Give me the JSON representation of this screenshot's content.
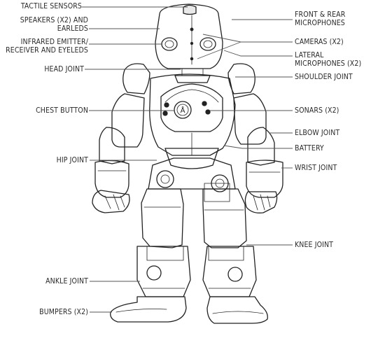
{
  "diagram": {
    "labels_left": [
      {
        "id": "tactile-sensors",
        "lines": [
          "TACTILE SENSORS"
        ]
      },
      {
        "id": "speakers",
        "lines": [
          "SPEAKERS (X2) AND",
          "EARLEDS"
        ]
      },
      {
        "id": "infrared",
        "lines": [
          "INFRARED EMITTER/",
          "RECEIVER AND EYELEDS"
        ]
      },
      {
        "id": "head-joint",
        "lines": [
          "HEAD JOINT"
        ]
      },
      {
        "id": "chest-button",
        "lines": [
          "CHEST BUTTON"
        ]
      },
      {
        "id": "hip-joint",
        "lines": [
          "HIP JOINT"
        ]
      },
      {
        "id": "ankle-joint",
        "lines": [
          "ANKLE JOINT"
        ]
      },
      {
        "id": "bumpers",
        "lines": [
          "BUMPERS (X2)"
        ]
      }
    ],
    "labels_right": [
      {
        "id": "front-rear-mic",
        "lines": [
          "FRONT & REAR",
          "MICROPHONES"
        ]
      },
      {
        "id": "cameras",
        "lines": [
          "CAMERAS (X2)"
        ]
      },
      {
        "id": "lateral-mic",
        "lines": [
          "LATERAL",
          "MICROPHONES (X2)"
        ]
      },
      {
        "id": "shoulder-joint",
        "lines": [
          "SHOULDER JOINT"
        ]
      },
      {
        "id": "sonars",
        "lines": [
          "SONARS (X2)"
        ]
      },
      {
        "id": "elbow-joint",
        "lines": [
          "ELBOW JOINT"
        ]
      },
      {
        "id": "battery",
        "lines": [
          "BATTERY"
        ]
      },
      {
        "id": "wrist-joint",
        "lines": [
          "WRIST JOINT"
        ]
      },
      {
        "id": "knee-joint",
        "lines": [
          "KNEE JOINT"
        ]
      }
    ],
    "chest_logo": "Å"
  }
}
